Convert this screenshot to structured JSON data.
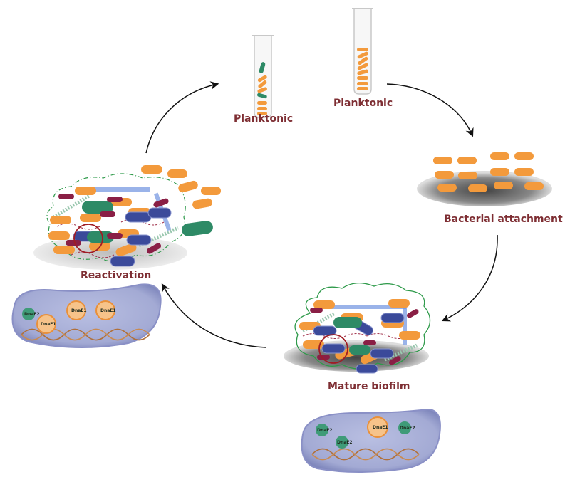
{
  "diagram": {
    "title": "Biofilm life cycle",
    "stages": [
      {
        "id": "planktonic-1",
        "label": "Planktonic"
      },
      {
        "id": "planktonic-2",
        "label": "Planktonic"
      },
      {
        "id": "attachment",
        "label": "Bacterial attachment"
      },
      {
        "id": "mature",
        "label": "Mature biofilm"
      },
      {
        "id": "reactivation",
        "label": "Reactivation"
      }
    ],
    "cells": {
      "reactivation_cell_proteins": [
        "DnaE2",
        "DnaE1",
        "DnaE1",
        "DnaE1"
      ],
      "mature_cell_proteins": [
        "DnaE2",
        "DnaE2",
        "DnaE1",
        "DnaE2"
      ]
    },
    "colors": {
      "label": "#7e2e33",
      "orange_bacteria": "#f39a3c",
      "green_bacteria": "#2e8a66",
      "blue_bacteria": "#3b4a9a",
      "maroon_bacteria": "#8a1f45",
      "cell_fill": "#a9b0d8",
      "matrix_outline": "#2e9a4a"
    }
  }
}
